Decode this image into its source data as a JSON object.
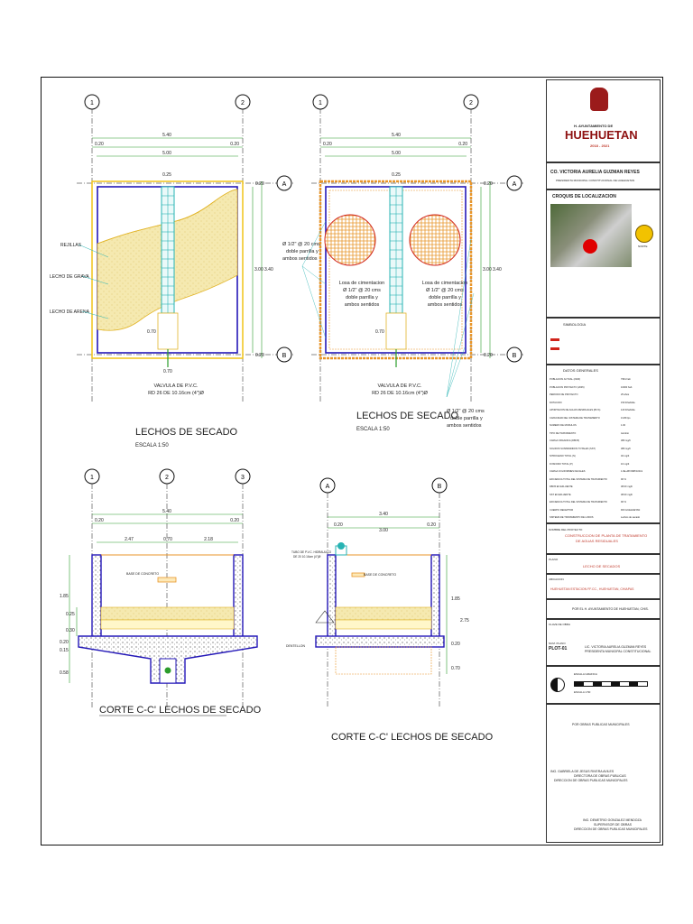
{
  "plan1": {
    "dims_top": {
      "total": "5.40",
      "left": "0.20",
      "right": "0.20",
      "center": "5.00",
      "sub": "0.25"
    },
    "dims_right": {
      "top": "0.20",
      "mid": "3.00",
      "outer": "3.40",
      "bottom": "0.20"
    },
    "labels": {
      "rejillas": "REJILLAS",
      "grava": "LECHO DE GRAVA",
      "arena": "LECHO DE ARENA"
    },
    "dim_070a": "0.70",
    "dim_070b": "0.70",
    "valve": [
      "VALVULA DE P.V.C.",
      "RD 26 DE 10.16cm (4\")Ø"
    ],
    "title": "LECHOS DE SECADO",
    "scale": "ESCALA 1:50",
    "rebar_note": [
      "Ø 1/2\" @ 20 cms",
      "doble parrilla y",
      "ambos sentidos"
    ]
  },
  "plan2": {
    "dims_top": {
      "total": "5.40",
      "left": "0.20",
      "right": "0.20",
      "center": "5.00",
      "sub": "0.25"
    },
    "dims_right": {
      "top": "0.20",
      "mid": "3.00",
      "outer": "3.40",
      "bottom": "0.20"
    },
    "slab_left": [
      "Losa de cimentacion",
      "Ø 1/2\" @ 20 cms",
      "doble parrilla y",
      "ambos sentidos"
    ],
    "slab_right": [
      "Losa de cimentacion",
      "Ø 1/2\" @ 20 cms",
      "doble parrilla y",
      "ambos sentidos"
    ],
    "dim_070": "0.70",
    "valve": [
      "VALVULA DE P.V.C.",
      "RD 26 DE 10.16cm (4\")Ø"
    ],
    "title": "LECHOS DE SECADO",
    "scale": "ESCALA 1:50",
    "rebar_note": [
      "Ø 1/2\" @ 20 cms",
      "doble parrilla y",
      "ambos sentidos"
    ]
  },
  "section1": {
    "dims_top": {
      "total": "5.40",
      "left": "0.20",
      "right": "0.20",
      "a": "2.47",
      "b": "0.70",
      "c": "2.18"
    },
    "left_dims": [
      "1.85",
      "0.25",
      "0.30",
      "0.20",
      "0.15",
      "0.58"
    ],
    "base_label": "BASE DE CONCRETO",
    "title": "CORTE C-C' LECHOS DE SECADO"
  },
  "section2": {
    "dims_top": {
      "total": "3.40",
      "left": "0.20",
      "right": "0.20",
      "center": "3.00"
    },
    "right_dims": [
      "1.85",
      "2.75",
      "0.20",
      "0.70"
    ],
    "base_label": "BASE DE CONCRETO",
    "pipe_label": [
      "TUBO DE P.V.C. HIDRAULICO",
      "DE 20 10.16cm (4\")Ø"
    ],
    "dentellon": "DENTELLON",
    "title": "CORTE C-C' LECHOS DE SECADO"
  },
  "axes": {
    "numbers": [
      "1",
      "2",
      "3"
    ],
    "letters": [
      "A",
      "B"
    ]
  },
  "titleblock": {
    "logo_caption": [
      "H. AYUNTAMIENTO DE",
      "HUEHUETAN",
      "2018 - 2021"
    ],
    "mayor": "CO. VICTORIA AURELIA GUZMAN REYES",
    "mayor_sub": "PRESIDENTA MUNICIPAL CONSTITUCIONAL DE HUEHUETAN",
    "croquis_title": "CROQUIS DE LOCALIZACION",
    "norte": "NORTE",
    "simbologia": "SIMBOLOGIA",
    "datos_title": "DATOS GENERALES",
    "datos_rows": [
      [
        "POBLACION ACTUAL (2020)",
        "7961 hab"
      ],
      [
        "POBLACION PROYECTO (2045)",
        "10000 hab"
      ],
      [
        "PERIODO DE PROYECTO",
        "25 años"
      ],
      [
        "DOTACION",
        "150 lt/hab/dia"
      ],
      [
        "APORTACION DE AGUAS RESIDUALES (80 %)",
        "120 lt/hab/dia"
      ],
      [
        "CAPACIDAD DEL SISTEMA DE TRATAMIENTO",
        "13.89 lps"
      ],
      [
        "NUMERO DE MODULOS",
        "1.00"
      ],
      [
        "TIPO DE TRATAMIENTO",
        "Aerobio"
      ],
      [
        "CARGA ORGANICA (DBO5)",
        "380 mg/lt"
      ],
      [
        "SOLIDOS SUSPENDIDOS TOTALES (SST)",
        "380 mg/lt"
      ],
      [
        "NITROGENO TOTAL (N)",
        "40 mg/lt"
      ],
      [
        "FOSFORO TOTAL (P)",
        "10 mg/lt"
      ],
      [
        "CARGA COLIFORMES FECALES",
        "1.0E+08 NMP/100ml"
      ],
      [
        "EFICIENCIA TOTAL DEL SISTEMA DE TRATAMIENTO",
        "90 %"
      ],
      [
        "DBO5 EN EFLUENTE",
        "38.00 mg/lt"
      ],
      [
        "SST EN EFLUENTE",
        "38.00 mg/lt"
      ],
      [
        "EFICIENCIA TOTAL DEL SISTEMA DE TRATAMIENTO",
        "90 %"
      ],
      [
        "CUERPO RECEPTOR",
        "RIO HUEHUETAN"
      ],
      [
        "SISTEMA DE TRATAMIENTO DE LODOS",
        "Lechos de secado"
      ]
    ],
    "proyecto_label": "NOMBRE DEL PROYECTO",
    "proyecto": [
      "CONSTRUCCION DE PLANTA DE TRATAMIENTO",
      "DE AGUAS RESIDUALES"
    ],
    "plano_label": "PLANO",
    "plano": "LECHO DE SECADOS",
    "ubicacion_label": "UBICACION",
    "ubicacion": "HUEHUETAN ESTACION FF.CC., HUEHUETAN, CHIAPAS",
    "por": "POR EL H. AYUNTAMIENTO DE HUEHUETAN, CHIS.",
    "clave_label": "CLAVE DE OBRA",
    "plano_num_label": "NUM. PLANO",
    "plano_num": "PLOT-01",
    "presidenta": [
      "LIC. VICTORIA AURELIA GUZMAN REYES",
      "PRESIDENTA MUNICIPAL CONSTITUCIONAL"
    ],
    "escala_label": "ESCALA GRAFICA",
    "escala_sub": "ESCALA 1:50",
    "obras": "POR OBRAS PUBLICAS MUNICIPALES",
    "directora": [
      "ING. GABRIELA DE JESUS RIVERA AVILES",
      "DIRECTORA DE OBRAS PUBLICAS",
      "DIRECCION DE OBRAS PUBLICAS MUNICIPALES"
    ],
    "supervisor": [
      "ING. DEMETRIO GONZALEZ MENDOZA",
      "SUPERVISOR DE OBRAS",
      "DIRECCION DE OBRAS PUBLICAS MUNICIPALES"
    ]
  },
  "colors": {
    "wall": "#2418b8",
    "dim": "#2c9c2c",
    "fill": "#f3d54a",
    "rebar": "#27b3b3",
    "axis": "#111111",
    "gravel": "#e8a23a",
    "red": "#d0231a"
  }
}
